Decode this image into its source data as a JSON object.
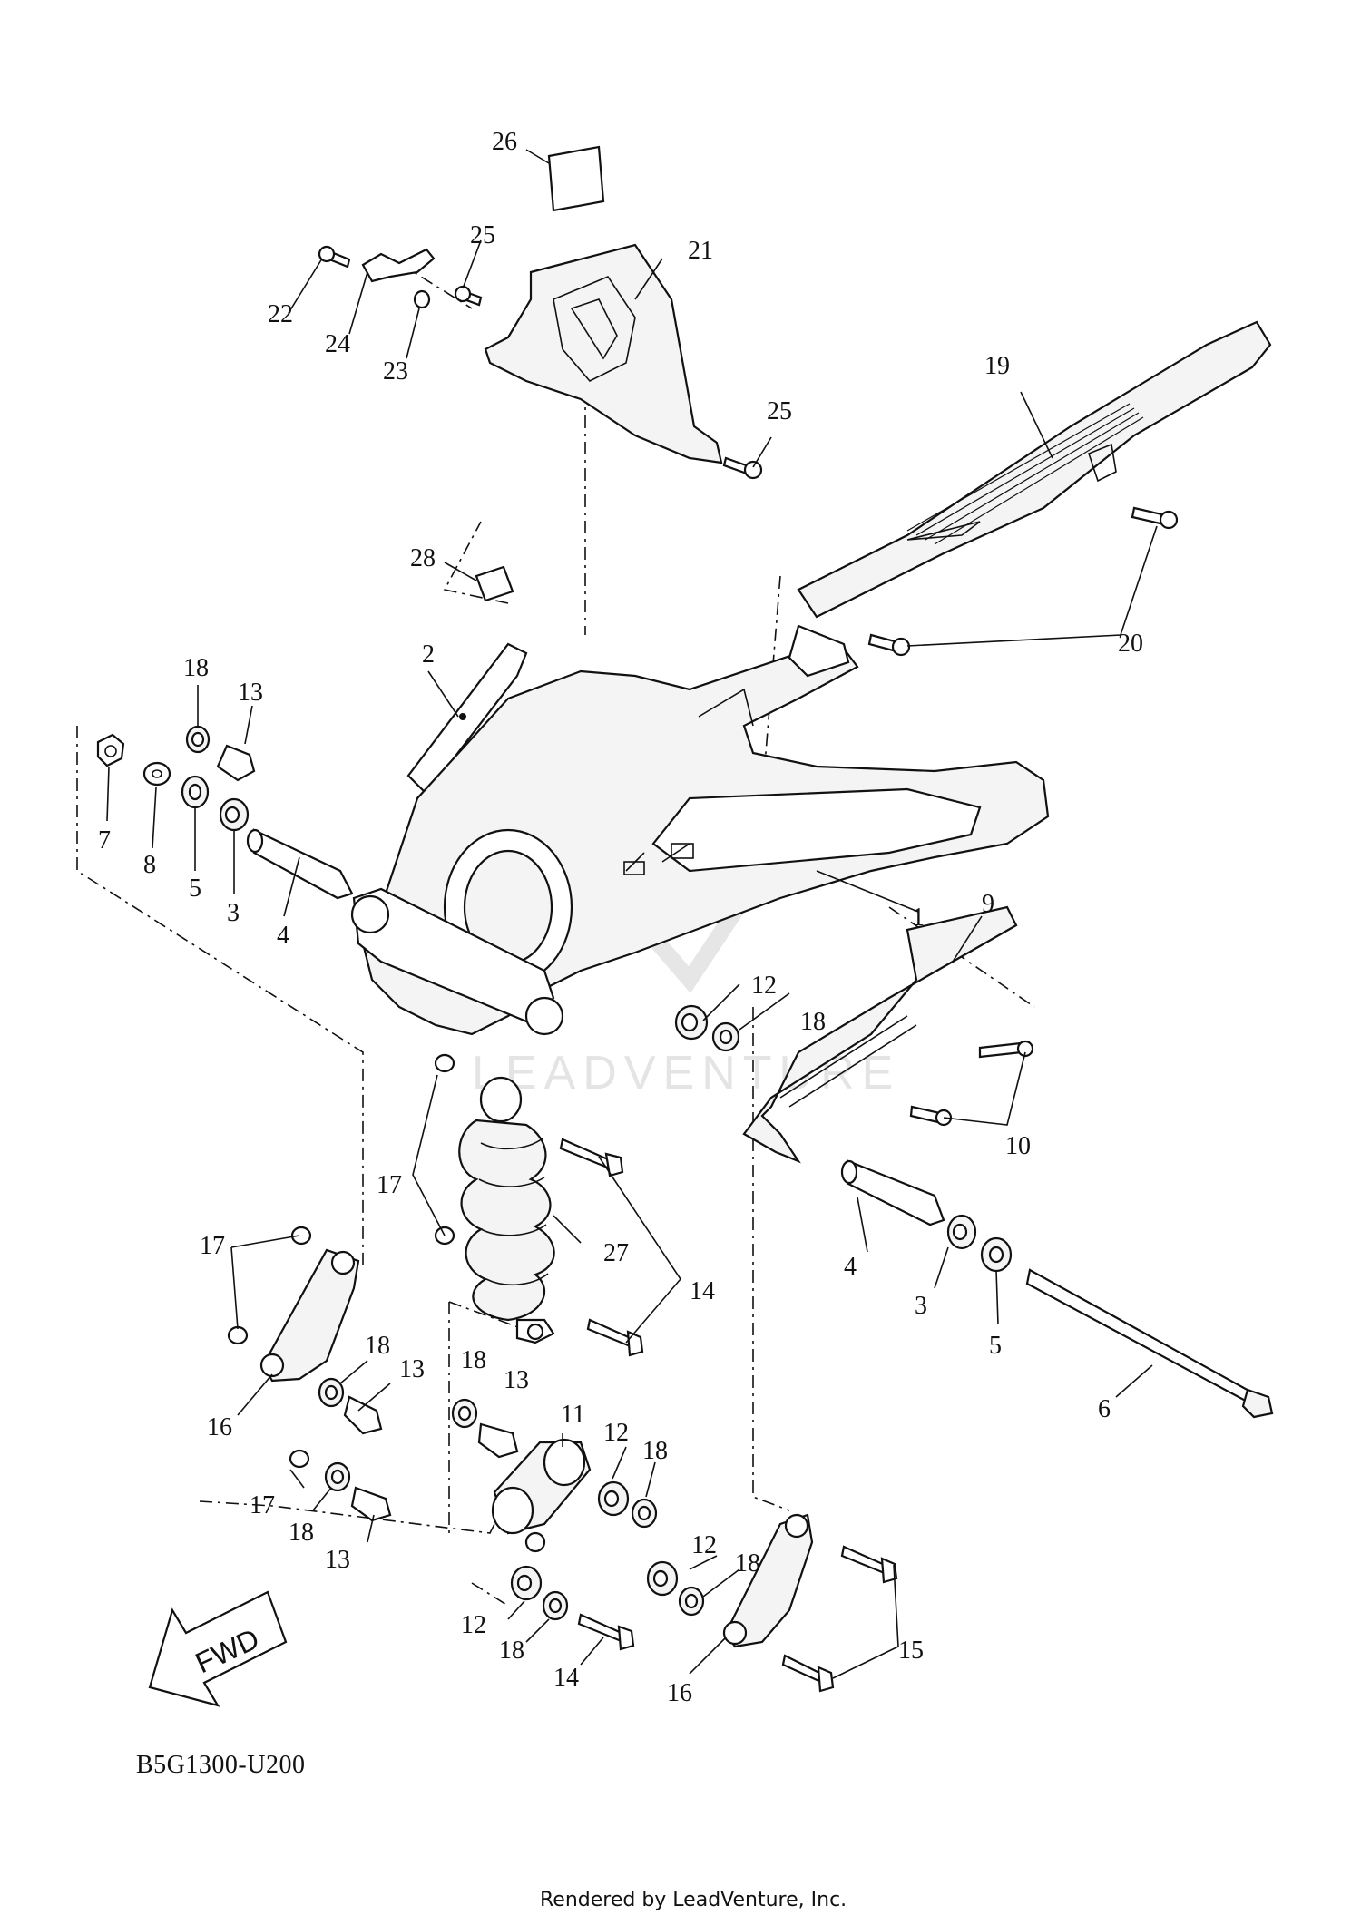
{
  "diagram_code": "B5G1300-U200",
  "footer_note": "Rendered by LeadVenture, Inc.",
  "watermark": "LEADVENTURE",
  "direction_label": "FWD",
  "callouts": [
    "1",
    "2",
    "3",
    "4",
    "5",
    "6",
    "7",
    "8",
    "9",
    "10",
    "11",
    "12",
    "13",
    "14",
    "15",
    "16",
    "17",
    "18",
    "19",
    "20",
    "21",
    "22",
    "23",
    "24",
    "25",
    "26",
    "27",
    "28"
  ]
}
